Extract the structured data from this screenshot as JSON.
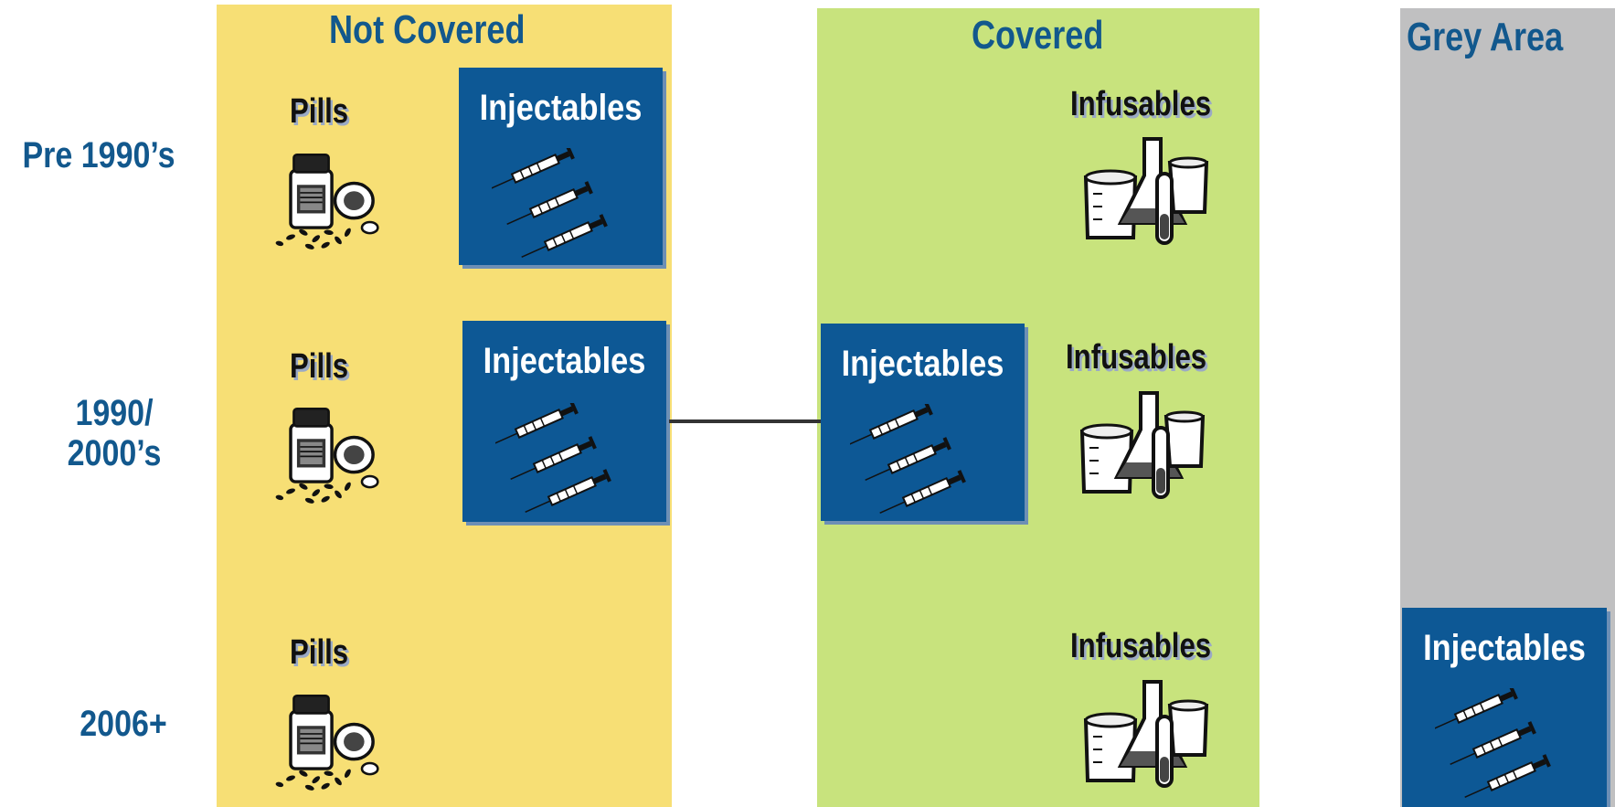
{
  "columns": {
    "not_covered": "Not Covered",
    "covered": "Covered",
    "grey_area": "Grey Area"
  },
  "rows": {
    "row1": "Pre 1990’s",
    "row2_line1": "1990/",
    "row2_line2": "2000’s",
    "row3": "2006+"
  },
  "items": {
    "pills": "Pills",
    "injectables": "Injectables",
    "infusables": "Infusables"
  },
  "colors": {
    "not_covered_bg": "#f7df75",
    "covered_bg": "#c8e37d",
    "grey_area_bg": "#c0c0c1",
    "injectables_box": "#0d5895",
    "title_text": "#12588d"
  },
  "icons": {
    "pills": "pill-bottle-icon",
    "injectables": "syringe-icon",
    "infusables": "beakers-icon"
  }
}
